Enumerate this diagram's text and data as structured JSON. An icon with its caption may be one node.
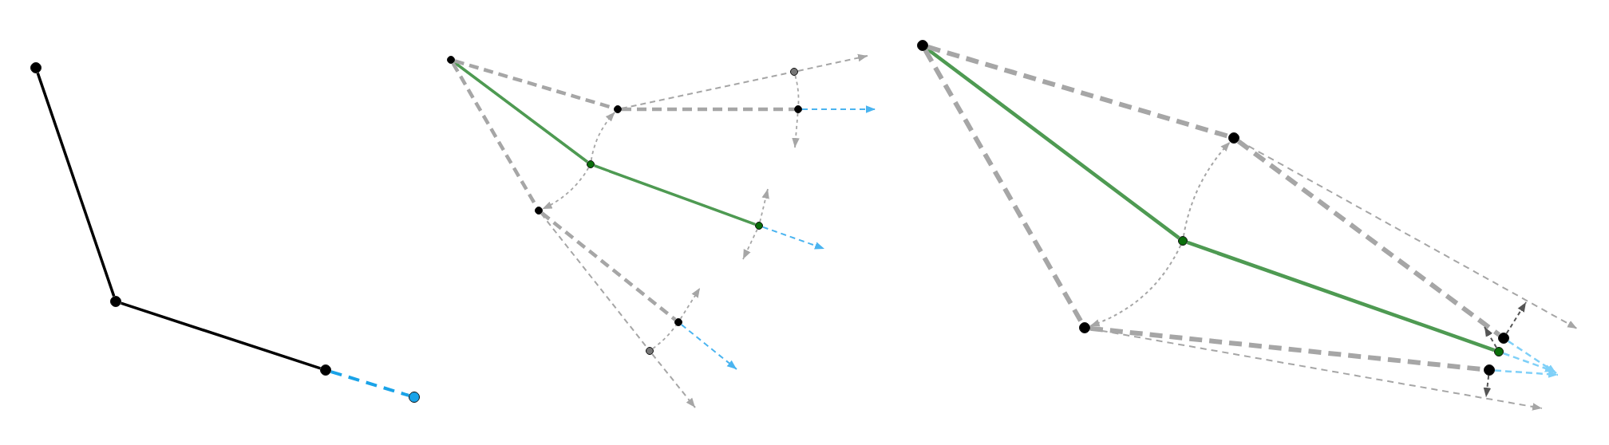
{
  "diagram": {
    "nodes": [
      {
        "text": [],
        "shape": "circle"
      },
      {
        "text": [],
        "shape": "circle"
      },
      {
        "text": [],
        "shape": "circle"
      },
      {
        "text": [],
        "shape": "circle"
      },
      {
        "text": [],
        "shape": "circle"
      },
      {
        "text": [],
        "shape": "circle"
      },
      {
        "text": [],
        "shape": "circle"
      },
      {
        "text": [],
        "shape": "circle"
      },
      {
        "text": [],
        "shape": "circle"
      },
      {
        "text": [],
        "shape": "circle"
      },
      {
        "text": [],
        "shape": "circle"
      },
      {
        "text": [],
        "shape": "circle"
      },
      {
        "text": [],
        "shape": "circle"
      },
      {
        "text": [],
        "shape": "circle"
      },
      {
        "text": [],
        "shape": "circle"
      },
      {
        "text": [],
        "shape": "circle"
      },
      {
        "text": [],
        "shape": "circle"
      },
      {
        "text": [],
        "shape": "circle"
      },
      {
        "text": [],
        "shape": "circle"
      },
      {
        "text": [],
        "shape": "circle"
      }
    ],
    "edges": [
      {
        "from": 0,
        "to": 1,
        "arrow": "none",
        "color": "#000000"
      },
      {
        "from": 1,
        "to": 2,
        "arrow": "none",
        "color": "#000000"
      },
      {
        "from": 2,
        "to": 3,
        "arrow": "none",
        "style": "dashed",
        "color": "#1aa3e8"
      },
      {
        "from": 4,
        "to": 8,
        "arrow": "none",
        "color": "#4e9a52"
      },
      {
        "from": 8,
        "to": 9,
        "arrow": "none",
        "color": "#4e9a52"
      },
      {
        "from": 4,
        "to": 5,
        "arrow": "none",
        "style": "dashed"
      },
      {
        "from": 5,
        "to": 7,
        "arrow": "none",
        "style": "dashed"
      },
      {
        "from": 4,
        "to": 10,
        "arrow": "none",
        "style": "dashed"
      },
      {
        "from": 10,
        "to": 11,
        "arrow": "none",
        "style": "dashed"
      },
      {
        "from": 5,
        "to": 6,
        "arrow": "none",
        "style": "dashed"
      },
      {
        "from": 6,
        "to": null,
        "arrow": "to",
        "style": "dashed"
      },
      {
        "from": 10,
        "to": 12,
        "arrow": "none",
        "style": "dashed"
      },
      {
        "from": 12,
        "to": null,
        "arrow": "to",
        "style": "dashed"
      },
      {
        "from": 8,
        "to": 5,
        "arrow": "to",
        "style": "dashed"
      },
      {
        "from": 8,
        "to": 10,
        "arrow": "to",
        "style": "dashed"
      },
      {
        "from": 6,
        "to": 7,
        "arrow": "none",
        "style": "dashed"
      },
      {
        "from": 7,
        "to": null,
        "arrow": "to",
        "style": "dashed"
      },
      {
        "from": 9,
        "to": null,
        "arrow": "to",
        "style": "dashed"
      },
      {
        "from": 9,
        "to": null,
        "arrow": "to",
        "style": "dashed"
      },
      {
        "from": 12,
        "to": 11,
        "arrow": "none",
        "style": "dashed"
      },
      {
        "from": 11,
        "to": null,
        "arrow": "to",
        "style": "dashed"
      },
      {
        "from": 7,
        "to": null,
        "arrow": "to",
        "style": "dashed",
        "color": "#4ab4f0"
      },
      {
        "from": 9,
        "to": null,
        "arrow": "to",
        "style": "dashed",
        "color": "#4ab4f0"
      },
      {
        "from": 11,
        "to": null,
        "arrow": "to",
        "style": "dashed",
        "color": "#4ab4f0"
      },
      {
        "from": 13,
        "to": 15,
        "arrow": "none",
        "color": "#4e9a52"
      },
      {
        "from": 15,
        "to": 17,
        "arrow": "none",
        "color": "#4e9a52"
      },
      {
        "from": 13,
        "to": 14,
        "arrow": "none",
        "style": "dashed"
      },
      {
        "from": 14,
        "to": 18,
        "arrow": "none",
        "style": "dashed"
      },
      {
        "from": 13,
        "to": 16,
        "arrow": "none",
        "style": "dashed"
      },
      {
        "from": 16,
        "to": 19,
        "arrow": "none",
        "style": "dashed"
      },
      {
        "from": 14,
        "to": null,
        "arrow": "to",
        "style": "dashed"
      },
      {
        "from": 16,
        "to": null,
        "arrow": "to",
        "style": "dashed"
      },
      {
        "from": 15,
        "to": 14,
        "arrow": "to",
        "style": "dashed"
      },
      {
        "from": 15,
        "to": 16,
        "arrow": "to",
        "style": "dashed"
      },
      {
        "from": 18,
        "to": null,
        "arrow": "to",
        "style": "dashed",
        "color": "#555555"
      },
      {
        "from": 17,
        "to": null,
        "arrow": "to",
        "style": "dashed",
        "color": "#555555"
      },
      {
        "from": 19,
        "to": null,
        "arrow": "to",
        "style": "dashed",
        "color": "#555555"
      },
      {
        "from": 17,
        "to": null,
        "arrow": "to",
        "style": "dashed",
        "color": "#7fd0f8"
      },
      {
        "from": 18,
        "to": null,
        "arrow": "to",
        "style": "dashed",
        "color": "#7fd0f8"
      },
      {
        "from": 19,
        "to": null,
        "arrow": "to",
        "style": "dashed",
        "color": "#7fd0f8"
      }
    ]
  }
}
